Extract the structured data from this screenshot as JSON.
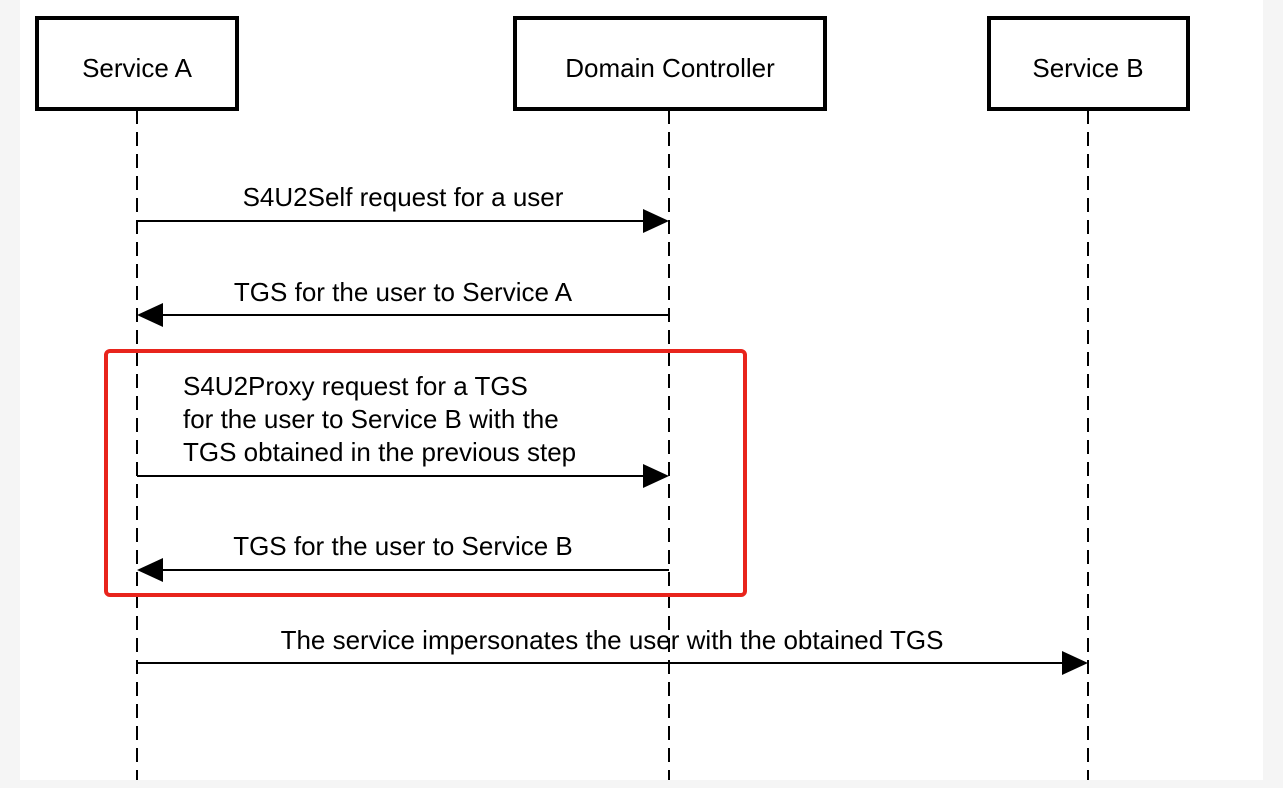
{
  "participants": [
    {
      "id": "service-a",
      "label": "Service A"
    },
    {
      "id": "domain-controller",
      "label": "Domain Controller"
    },
    {
      "id": "service-b",
      "label": "Service B"
    }
  ],
  "messages": [
    {
      "id": "s4u2self-request",
      "from": "service-a",
      "to": "domain-controller",
      "lines": [
        "S4U2Self request for a user"
      ]
    },
    {
      "id": "tgs-service-a",
      "from": "domain-controller",
      "to": "service-a",
      "lines": [
        "TGS for the user to Service A"
      ]
    },
    {
      "id": "s4u2proxy-request",
      "from": "service-a",
      "to": "domain-controller",
      "lines": [
        "S4U2Proxy request for a TGS",
        "for the user to Service B with the",
        "TGS obtained in the previous step"
      ]
    },
    {
      "id": "tgs-service-b",
      "from": "domain-controller",
      "to": "service-a",
      "lines": [
        "TGS for the user to Service B"
      ]
    },
    {
      "id": "impersonate",
      "from": "service-a",
      "to": "service-b",
      "lines": [
        "The service impersonates the user with the obtained TGS"
      ]
    }
  ],
  "highlight": {
    "covers": [
      "s4u2proxy-request",
      "tgs-service-b"
    ],
    "color": "#e8241c"
  }
}
